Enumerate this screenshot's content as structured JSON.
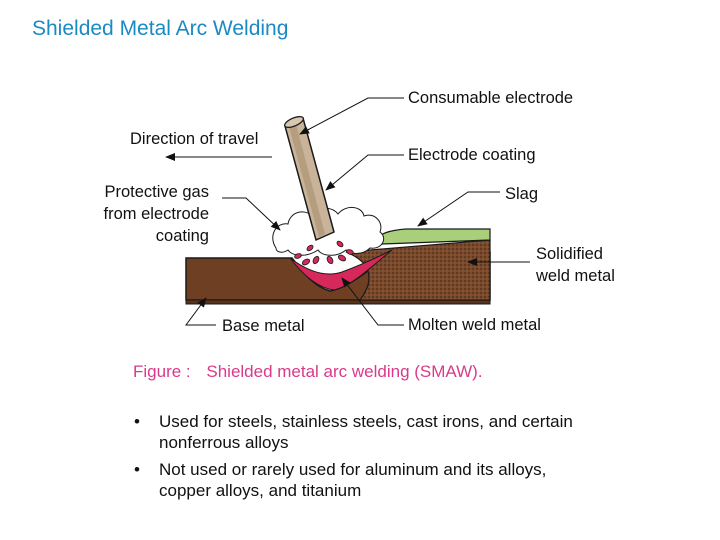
{
  "title": "Shielded Metal Arc Welding",
  "diagram": {
    "labels": {
      "consumable_electrode": "Consumable electrode",
      "direction_of_travel": "Direction of travel",
      "electrode_coating": "Electrode coating",
      "protective_gas": [
        "Protective gas",
        "from electrode",
        "coating"
      ],
      "slag": "Slag",
      "solidified_weld_metal": [
        "Solidified",
        "weld metal"
      ],
      "base_metal": "Base metal",
      "molten_weld_metal": "Molten weld metal"
    },
    "colors": {
      "electrode": "#c9b49a",
      "base_metal": "#6e3f23",
      "weld_metal": "#8a5a3a",
      "molten_metal": "#d6285a",
      "slag": "#a9cf7a",
      "gas": "#ffffff"
    }
  },
  "caption": {
    "prefix": "Figure :",
    "text": "Shielded metal arc welding (SMAW)."
  },
  "bullets": [
    {
      "marker": "•",
      "text": "Used for steels, stainless steels, cast irons, and certain nonferrous alloys"
    },
    {
      "marker": "•",
      "text": "Not used or rarely used for aluminum and its alloys, copper alloys, and titanium"
    }
  ]
}
